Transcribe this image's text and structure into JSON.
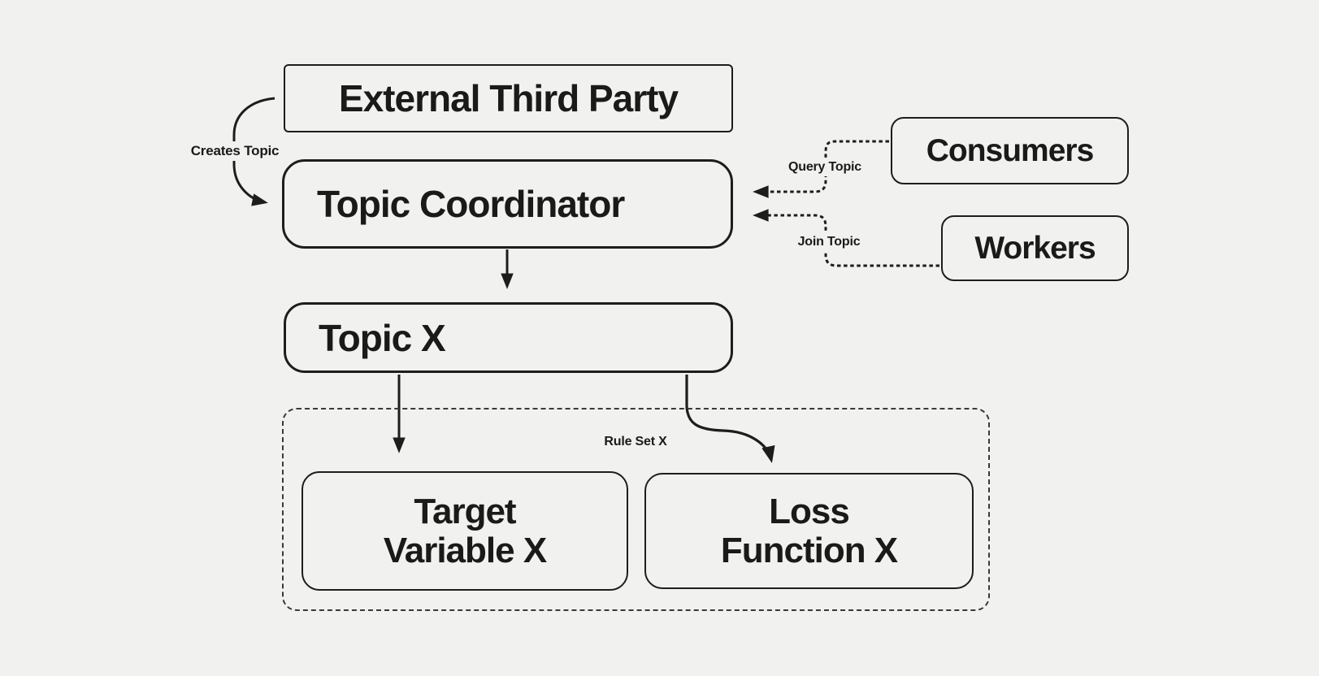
{
  "canvas": {
    "background_color": "#f1f1ef",
    "ink_color": "#1d1d1b"
  },
  "nodes": {
    "external_third_party": {
      "label": "External Third Party"
    },
    "topic_coordinator": {
      "label": "Topic Coordinator"
    },
    "consumers": {
      "label": "Consumers"
    },
    "workers": {
      "label": "Workers"
    },
    "topic_x": {
      "label": "Topic X"
    },
    "rule_set": {
      "label": "Rule Set X"
    },
    "target_variable": {
      "line1": "Target",
      "line2": "Variable X"
    },
    "loss_function": {
      "line1": "Loss",
      "line2": "Function X"
    }
  },
  "edges": {
    "creates_topic": {
      "label": "Creates Topic",
      "from": "External Third Party",
      "to": "Topic Coordinator",
      "style": "solid"
    },
    "query_topic": {
      "label": "Query Topic",
      "from": "Consumers",
      "to": "Topic Coordinator",
      "style": "dashed"
    },
    "join_topic": {
      "label": "Join Topic",
      "from": "Workers",
      "to": "Topic Coordinator",
      "style": "dashed"
    },
    "coordinator_to_topic": {
      "label": "",
      "from": "Topic Coordinator",
      "to": "Topic X",
      "style": "solid"
    },
    "topic_to_target": {
      "label": "",
      "from": "Topic X",
      "to": "Target Variable X",
      "style": "solid"
    },
    "topic_to_loss": {
      "label": "",
      "from": "Topic X",
      "to": "Loss Function X",
      "style": "solid"
    }
  }
}
